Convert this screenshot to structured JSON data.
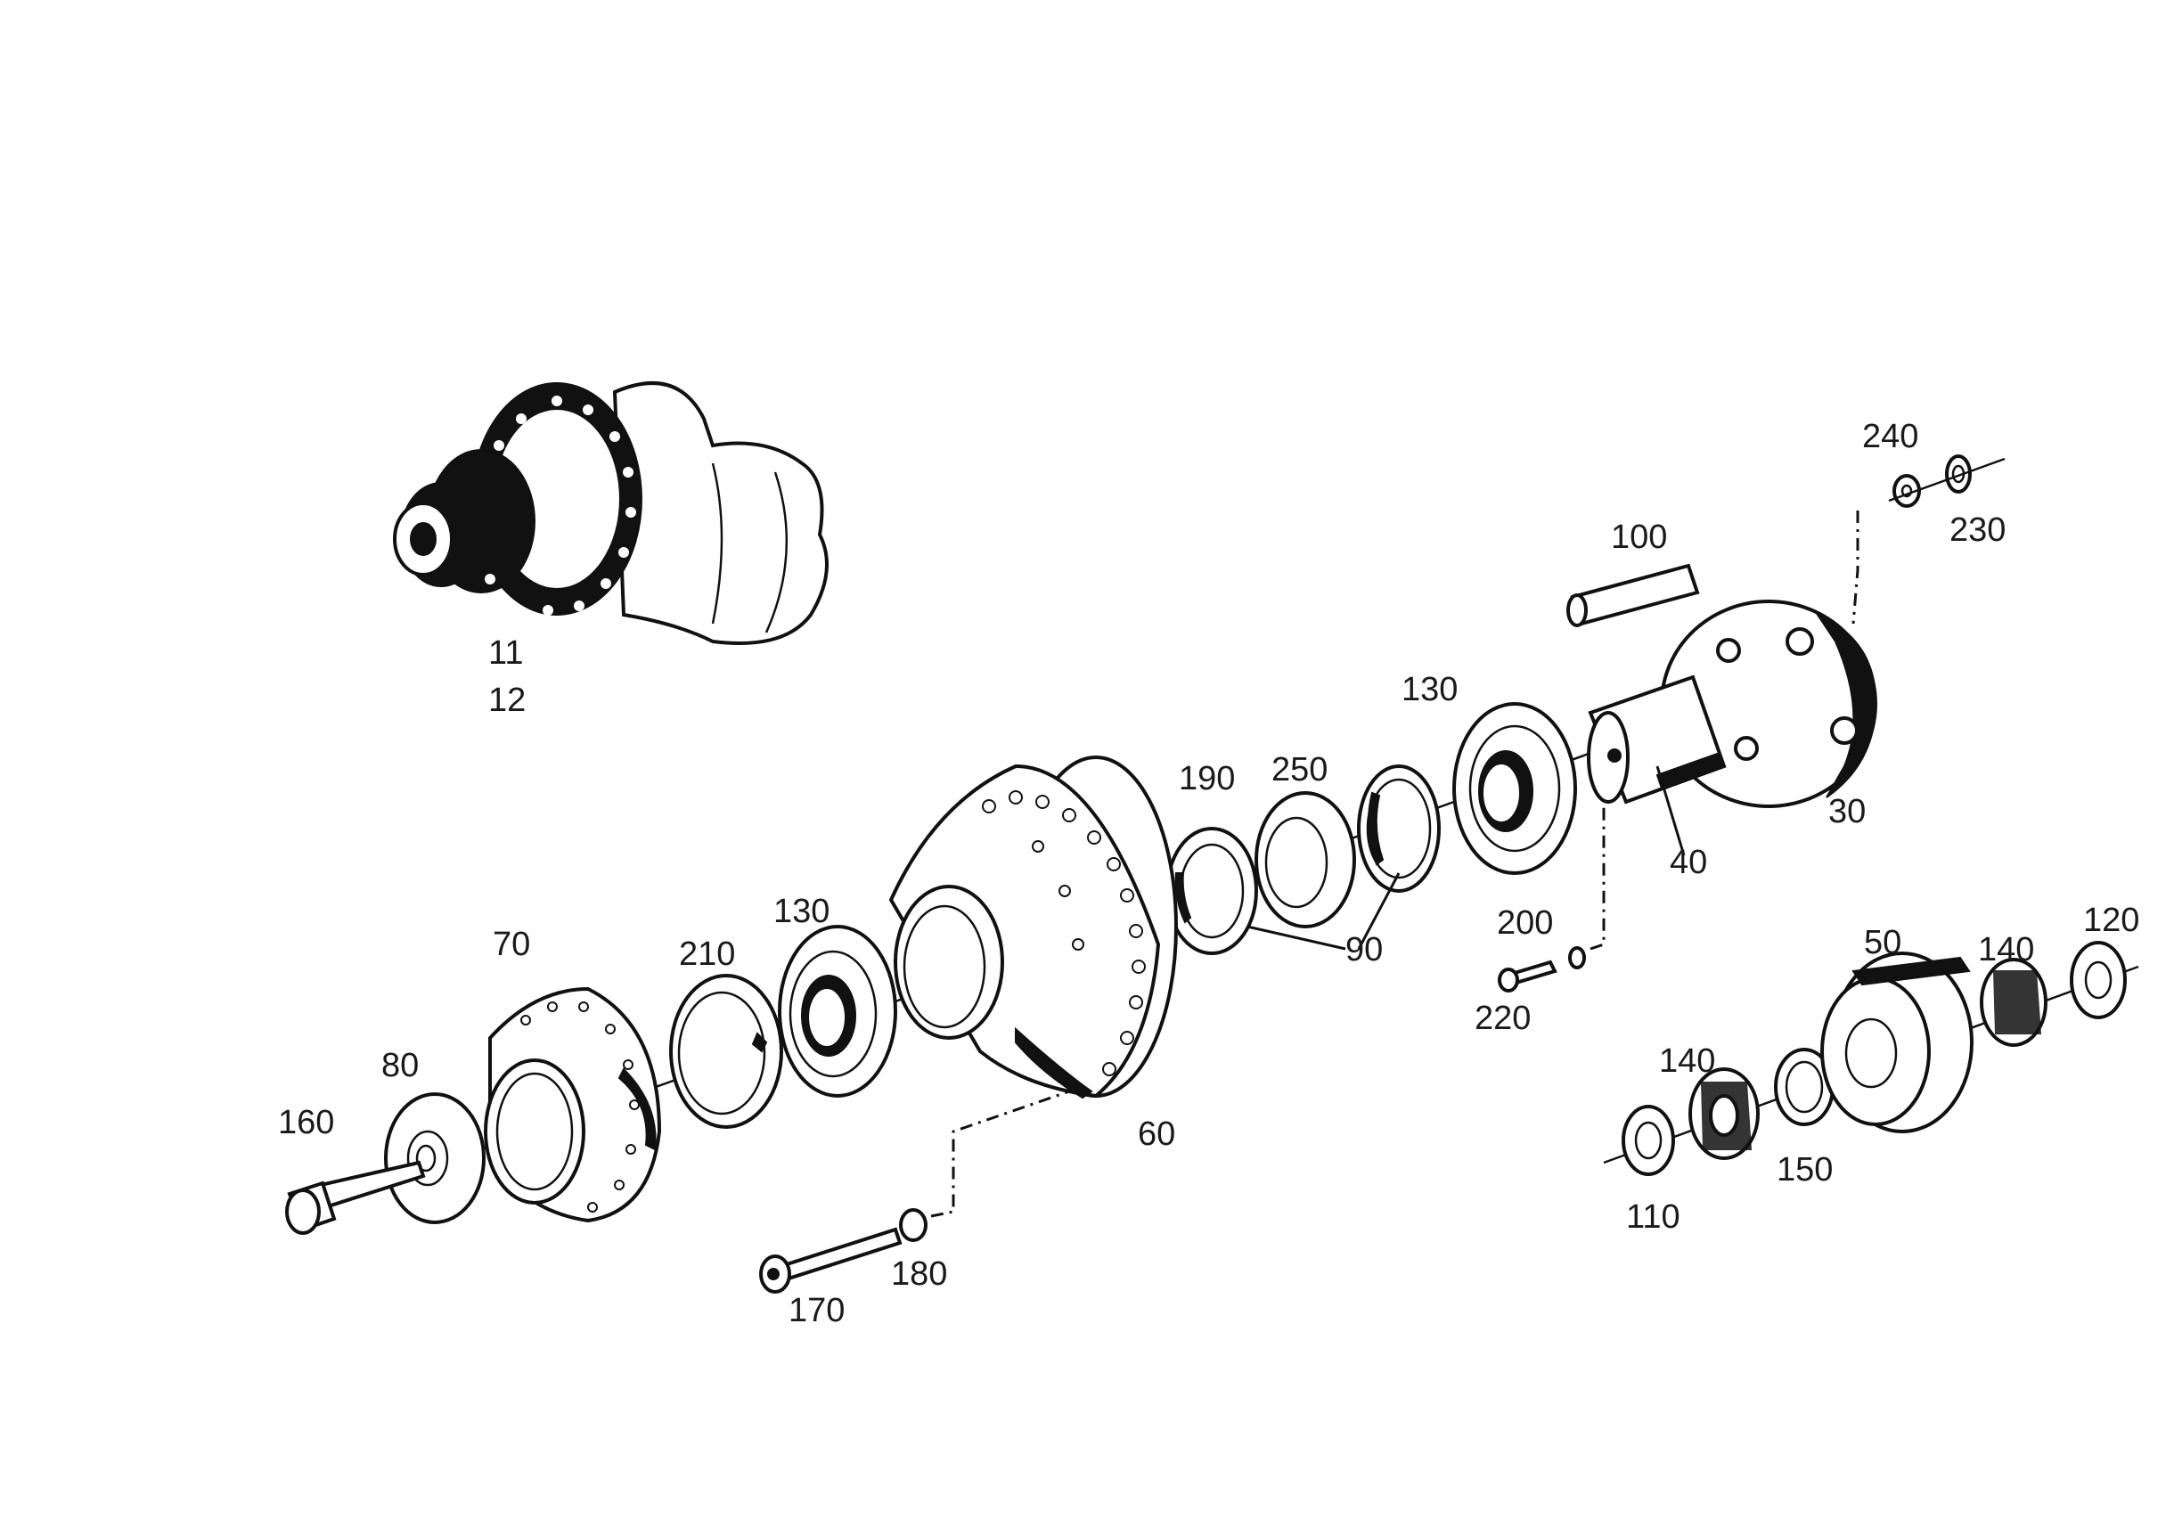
{
  "diagram": {
    "background": "#ffffff",
    "ink": "#111111",
    "labels": {
      "l11": "11",
      "l12": "12",
      "l100": "100",
      "l240": "240",
      "l230": "230",
      "l130a": "130",
      "l30": "30",
      "l40": "40",
      "l190": "190",
      "l250": "250",
      "l90": "90",
      "l200": "200",
      "l220": "220",
      "l50": "50",
      "l140a": "140",
      "l120": "120",
      "l140b": "140",
      "l150": "150",
      "l110": "110",
      "l70": "70",
      "l210": "210",
      "l130b": "130",
      "l80": "80",
      "l160": "160",
      "l60": "60",
      "l170": "170",
      "l180": "180"
    }
  }
}
